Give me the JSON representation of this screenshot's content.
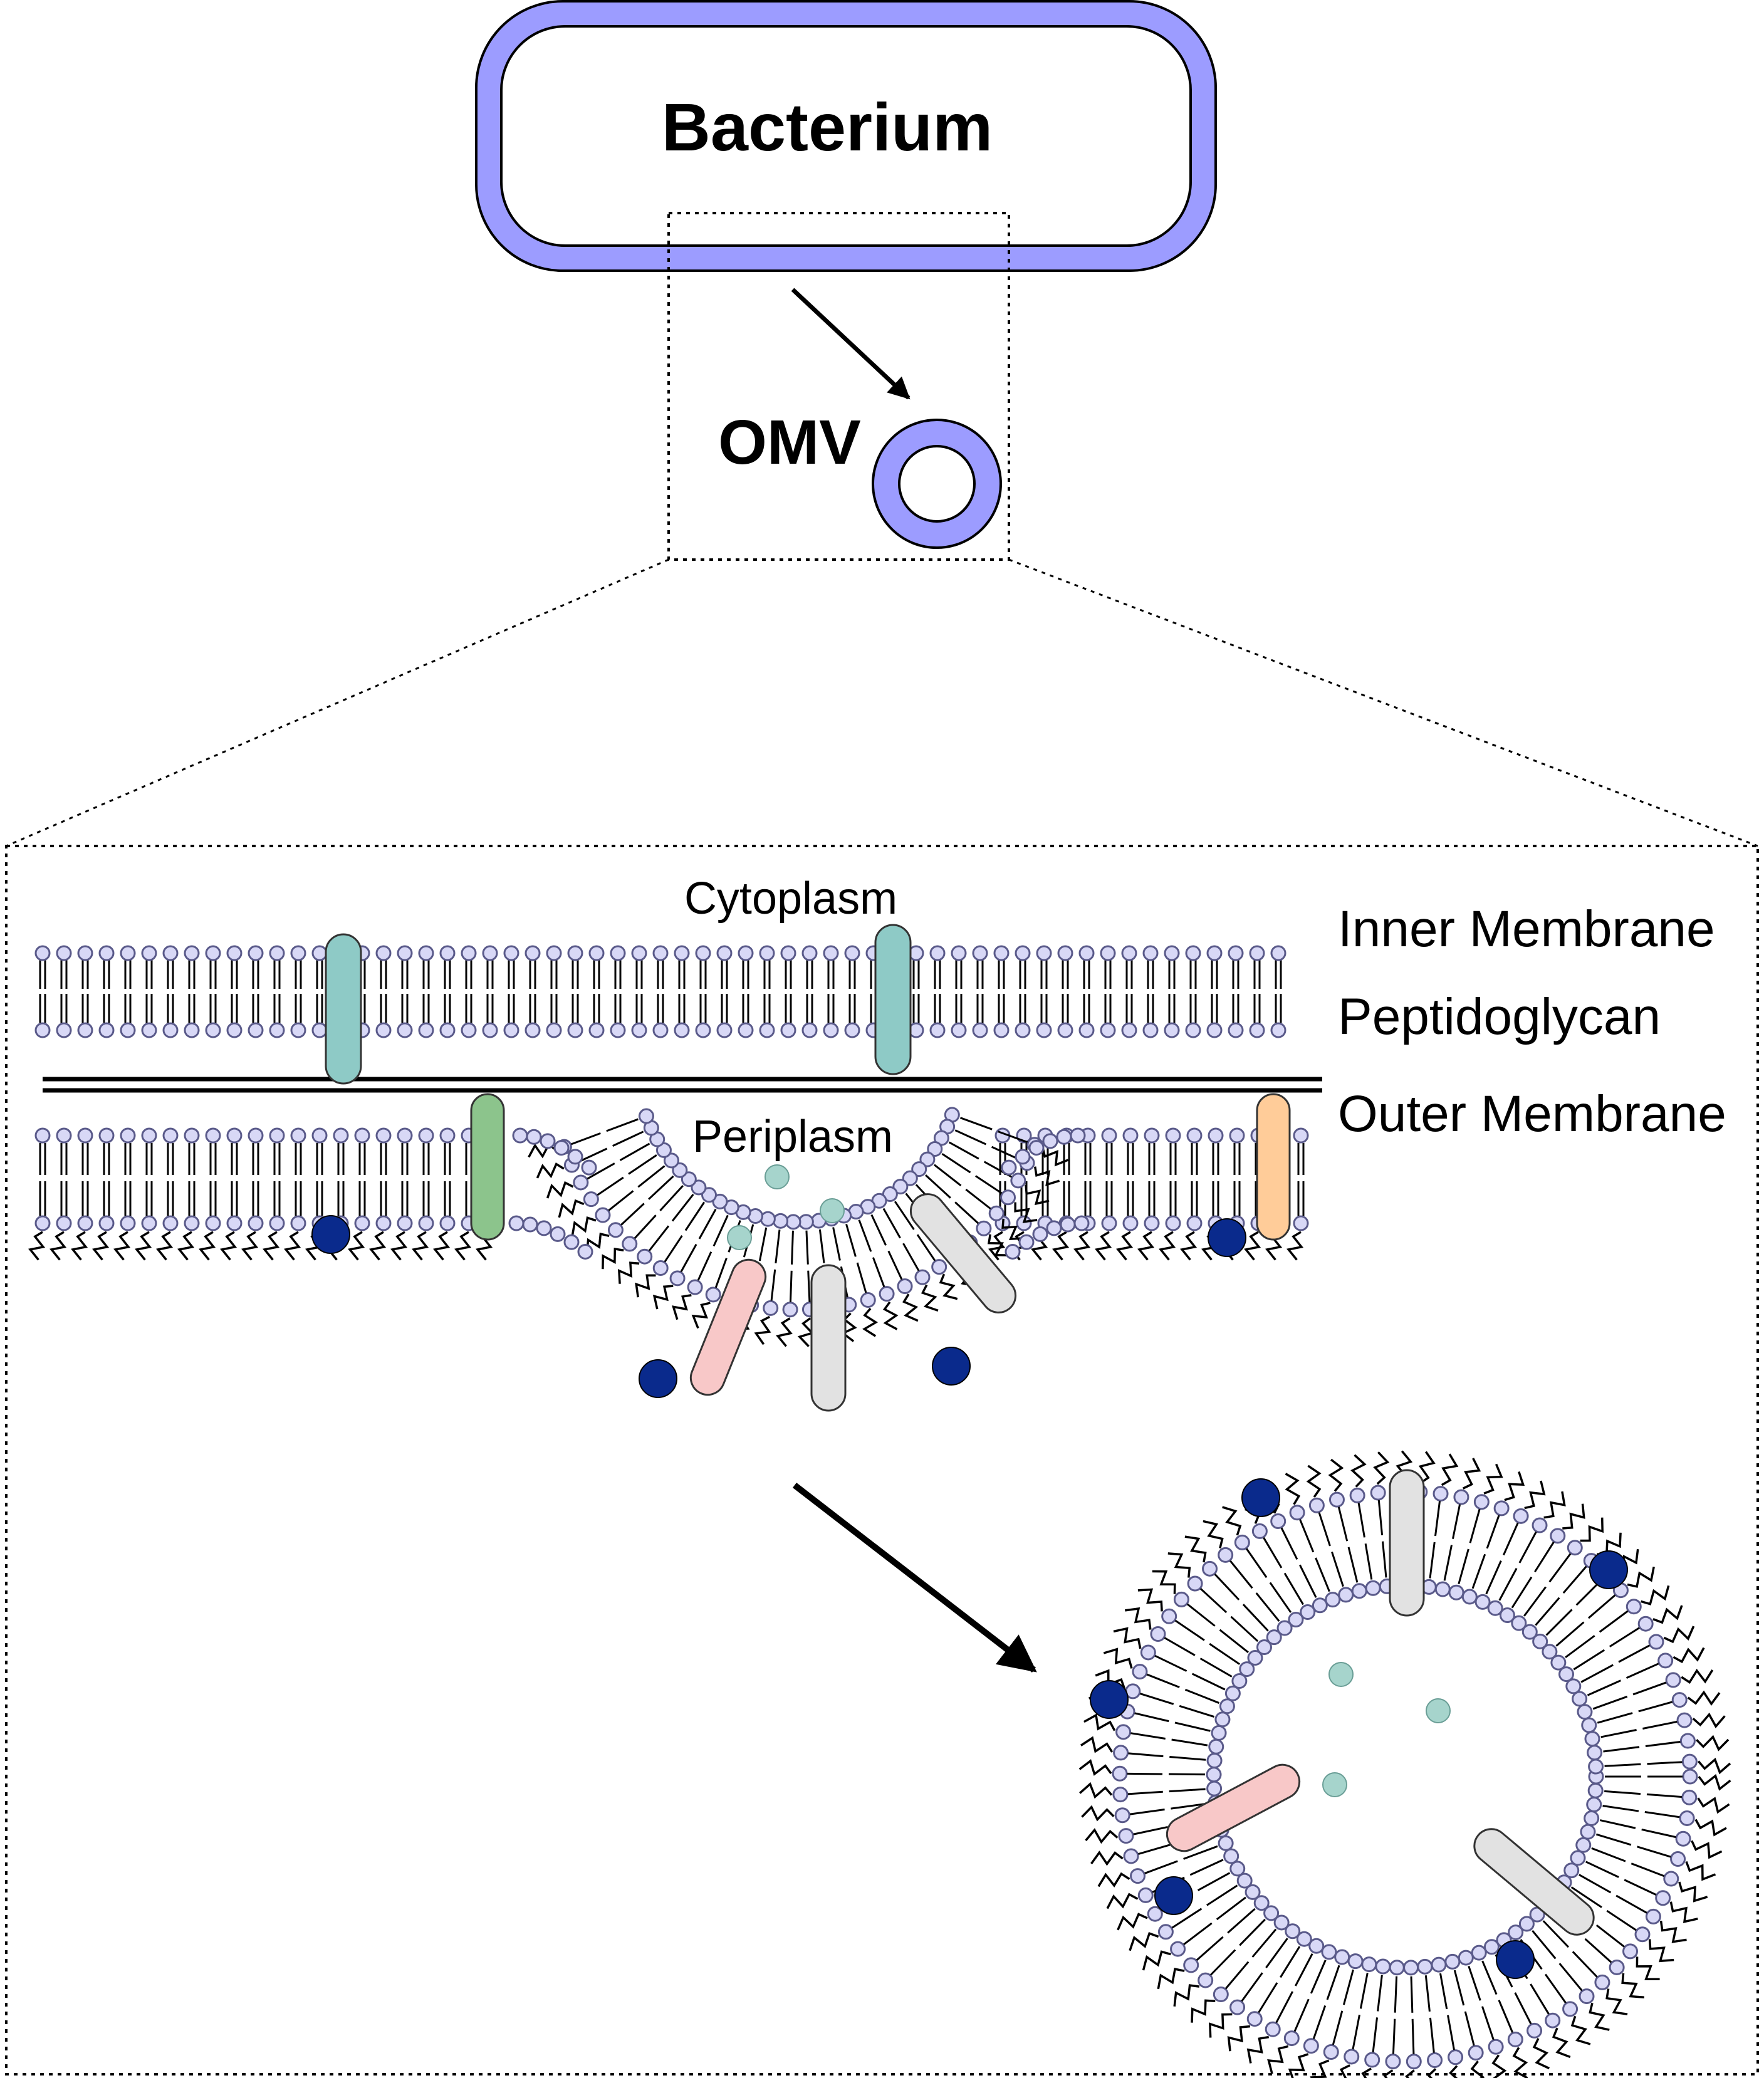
{
  "labels": {
    "bacterium": "Bacterium",
    "omv": "OMV",
    "cytoplasm": "Cytoplasm",
    "periplasm": "Periplasm",
    "inner_membrane": "Inner Membrane",
    "peptidoglycan": "Peptidoglycan",
    "outer_membrane": "Outer Membrane"
  },
  "colors": {
    "membrane_purple": "#9c9cff",
    "lipid_head_fill": "#d8d8f6",
    "lipid_head_stroke": "#5a5a8a",
    "protein_teal": "#8ecac6",
    "protein_green": "#8cc48c",
    "protein_orange": "#ffcc99",
    "protein_pink": "#f8c8c8",
    "protein_grey": "#e2e2e2",
    "lps_blue": "#0a2a8c",
    "periplasmic_dot": "#a6d4cc"
  }
}
